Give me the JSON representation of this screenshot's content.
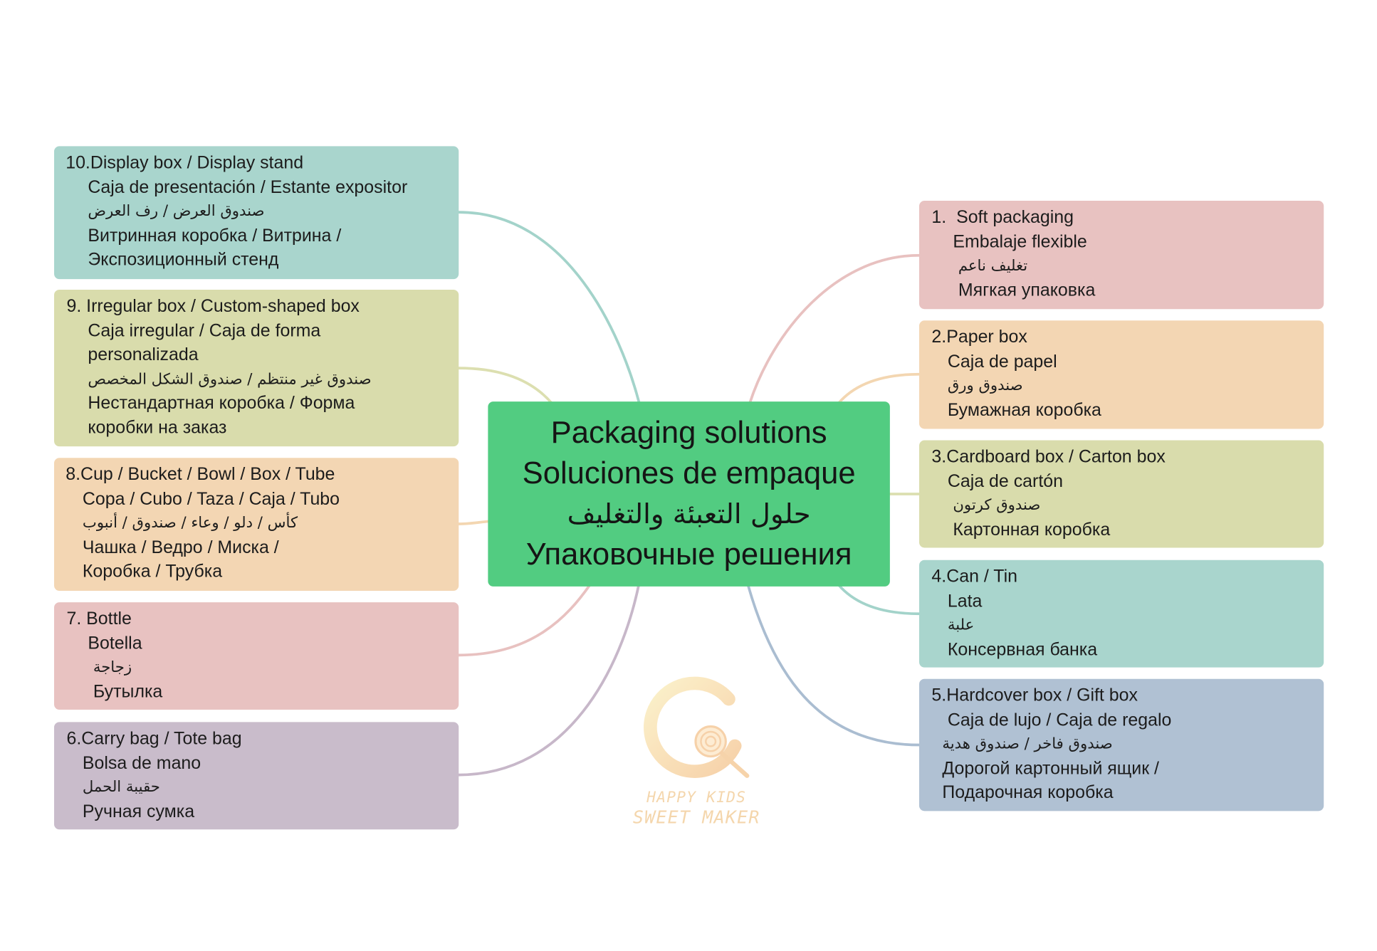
{
  "colors": {
    "center": "#52cc81",
    "teal": "#a9d5cd",
    "olive": "#d9dcac",
    "peach": "#f3d6b3",
    "pink": "#e8c2c1",
    "lavender": "#c9bccb",
    "blue": "#b0c1d3",
    "link_teal": "#a3d3ca",
    "link_olive": "#dcdfb0",
    "link_peach": "#f3d6b1",
    "link_pink": "#e8c1c0",
    "link_lavender": "#c7b7c9",
    "link_blue": "#aabdd1",
    "logo": "#f3cf9e"
  },
  "center": {
    "lines": [
      "Packaging solutions",
      "Soluciones de empaque",
      "حلول التعبئة والتغليف",
      "Упаковочные решения"
    ]
  },
  "left": [
    {
      "lines": [
        "10.Display box / Display stand",
        "Caja de presentación / Estante expositor",
        "صندوق العرض / رف العرض",
        "Витринная коробка / Витрина /",
        "Экспозиционный стенд"
      ]
    },
    {
      "lines": [
        "9. Irregular box / Custom-shaped box",
        "Caja irregular / Caja de forma",
        "personalizada",
        "صندوق غير منتظم / صندوق الشكل المخصص",
        "Нестандартная коробка / Форма",
        "коробки на заказ"
      ]
    },
    {
      "lines": [
        "8.Cup / Bucket / Bowl / Box / Tube",
        "Copa / Cubo / Taza / Caja / Tubo",
        "كأس / دلو / وعاء / صندوق / أنبوب",
        "Чашка / Ведро / Миска /",
        "Коробка / Трубка"
      ]
    },
    {
      "lines": [
        "7. Bottle",
        "Botella",
        "زجاجة",
        "Бутылка"
      ]
    },
    {
      "lines": [
        "6.Carry bag / Tote bag",
        "Bolsa de mano",
        "حقيبة الحمل",
        "Ручная сумка"
      ]
    }
  ],
  "right": [
    {
      "lines": [
        "1.  Soft packaging",
        "Embalaje flexible",
        "تغليف ناعم",
        "Мягкая упаковка"
      ]
    },
    {
      "lines": [
        "2.Paper box",
        "Caja de papel",
        "صندوق ورق",
        "Бумажная коробка"
      ]
    },
    {
      "lines": [
        "3.Cardboard box / Carton box",
        "Caja de cartón",
        "صندوق كرتون",
        "Картонная коробка"
      ]
    },
    {
      "lines": [
        "4.Can / Tin",
        "Lata",
        "علبة",
        "Консервная банка"
      ]
    },
    {
      "lines": [
        "5.Hardcover box / Gift box",
        "Caja de lujo / Caja de regalo",
        "صندوق فاخر / صندوق هدية",
        "Дорогой картонный ящик /",
        "Подарочная коробка"
      ]
    }
  ],
  "logo": {
    "line1": "HAPPY KIDS",
    "line2": "SWEET MAKER"
  }
}
